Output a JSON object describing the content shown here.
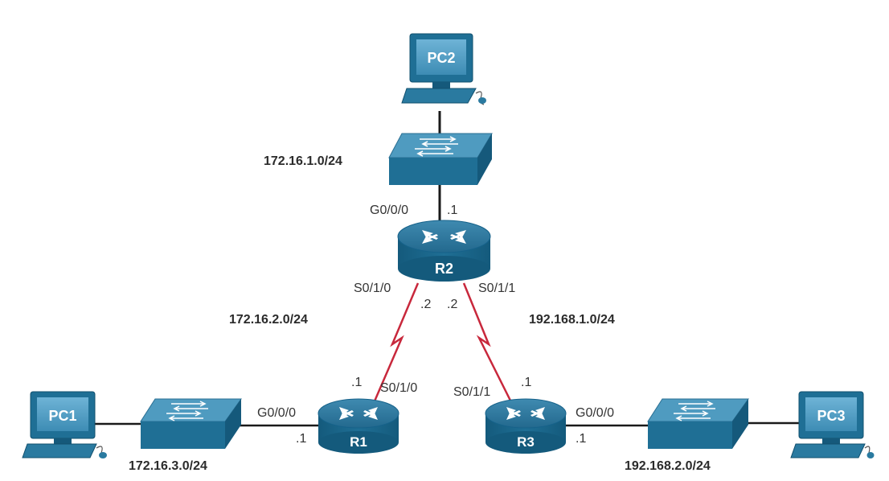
{
  "colors": {
    "device_blue": "#1f6f95",
    "device_dark": "#12506e",
    "device_light": "#4f9bc0",
    "ethernet_link": "#1a1a1a",
    "serial_link": "#c8283c"
  },
  "devices": {
    "pc1": "PC1",
    "pc2": "PC2",
    "pc3": "PC3",
    "r1": "R1",
    "r2": "R2",
    "r3": "R3"
  },
  "networks": {
    "lan_r2": "172.16.1.0/24",
    "wan_r1_r2": "172.16.2.0/24",
    "wan_r2_r3": "192.168.1.0/24",
    "lan_r1": "172.16.3.0/24",
    "lan_r3": "192.168.2.0/24"
  },
  "interfaces": {
    "r2_g000": "G0/0/0",
    "r2_g000_ip": ".1",
    "r2_s010": "S0/1/0",
    "r2_s010_ip": ".2",
    "r2_s011": "S0/1/1",
    "r2_s011_ip": ".2",
    "r1_s010": "S0/1/0",
    "r1_s010_ip": ".1",
    "r1_g000": "G0/0/0",
    "r1_g000_ip": ".1",
    "r3_s011": "S0/1/1",
    "r3_s011_ip": ".1",
    "r3_g000": "G0/0/0",
    "r3_g000_ip": ".1"
  }
}
